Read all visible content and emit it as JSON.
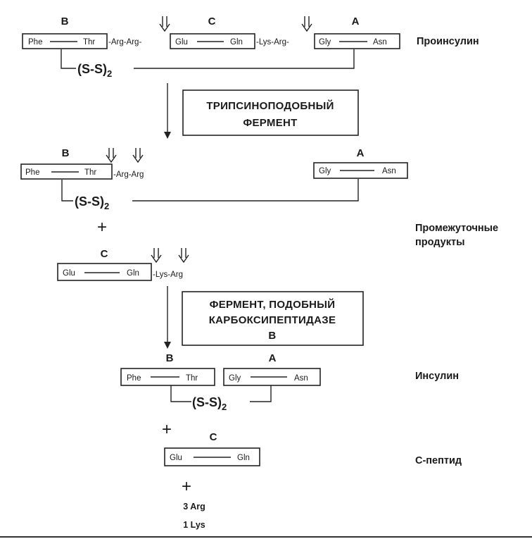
{
  "stage1": {
    "chain_b": "B",
    "chain_c": "C",
    "chain_a": "A",
    "b_start": "Phe",
    "b_end": "Thr",
    "link1": "-Arg-Arg-",
    "c_start": "Glu",
    "c_end": "Gln",
    "link2": "-Lys-Arg-",
    "a_start": "Gly",
    "a_end": "Asn",
    "disulfide": "(S-S)",
    "disulfide_sub": "2",
    "side_label": "Проинсулин"
  },
  "enzyme1": {
    "line1": "ТРИПСИНОПОДОБНЫЙ",
    "line2": "ФЕРМЕНТ"
  },
  "stage2": {
    "chain_b": "B",
    "chain_a": "A",
    "b_start": "Phe",
    "b_end": "Thr",
    "link": "-Arg-Arg",
    "a_start": "Gly",
    "a_end": "Asn",
    "disulfide": "(S-S)",
    "disulfide_sub": "2",
    "plus": "+",
    "side_label_line1": "Промежуточные",
    "side_label_line2": "продукты",
    "chain_c": "C",
    "c_start": "Glu",
    "c_end": "Gln",
    "c_link": "-Lys-Arg"
  },
  "enzyme2": {
    "line1": "ФЕРМЕНТ, ПОДОБНЫЙ",
    "line2": "КАРБОКСИПЕПТИДАЗЕ",
    "line3": "В"
  },
  "stage3": {
    "chain_b": "B",
    "chain_a": "A",
    "b_start": "Phe",
    "b_end": "Thr",
    "a_start": "Gly",
    "a_end": "Asn",
    "disulfide": "(S-S)",
    "disulfide_sub": "2",
    "side_label": "Инсулин"
  },
  "stage4": {
    "plus": "+",
    "chain_c": "C",
    "c_start": "Glu",
    "c_end": "Gln",
    "side_label": "С-пептид"
  },
  "stage5": {
    "plus": "+",
    "line1": "3 Arg",
    "line2": "1 Lys"
  }
}
